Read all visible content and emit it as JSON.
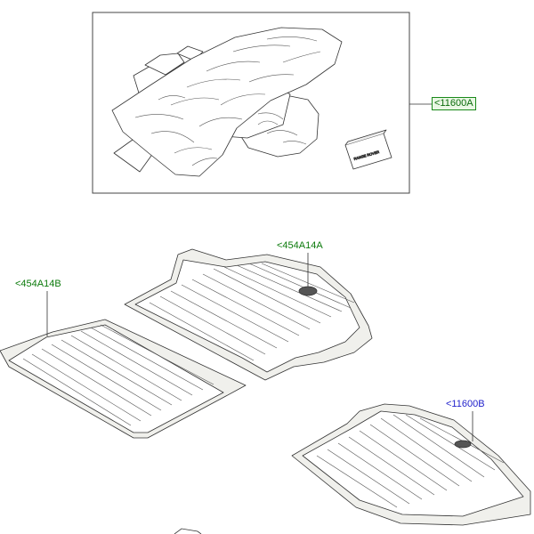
{
  "callouts": {
    "storage_bag": {
      "label": "<11600A",
      "color": "#0b6b0b",
      "highlight": "#e9f7e4"
    },
    "floor_mat_front": {
      "label": "<454A14A",
      "color": "#0b7a0b"
    },
    "floor_mat_rear": {
      "label": "<454A14B",
      "color": "#0b7a0b"
    },
    "loadspace_liner": {
      "label": "<11600B",
      "color": "#2222cc"
    }
  },
  "parts": {
    "instruction_card_text": "RANGE ROVER"
  }
}
